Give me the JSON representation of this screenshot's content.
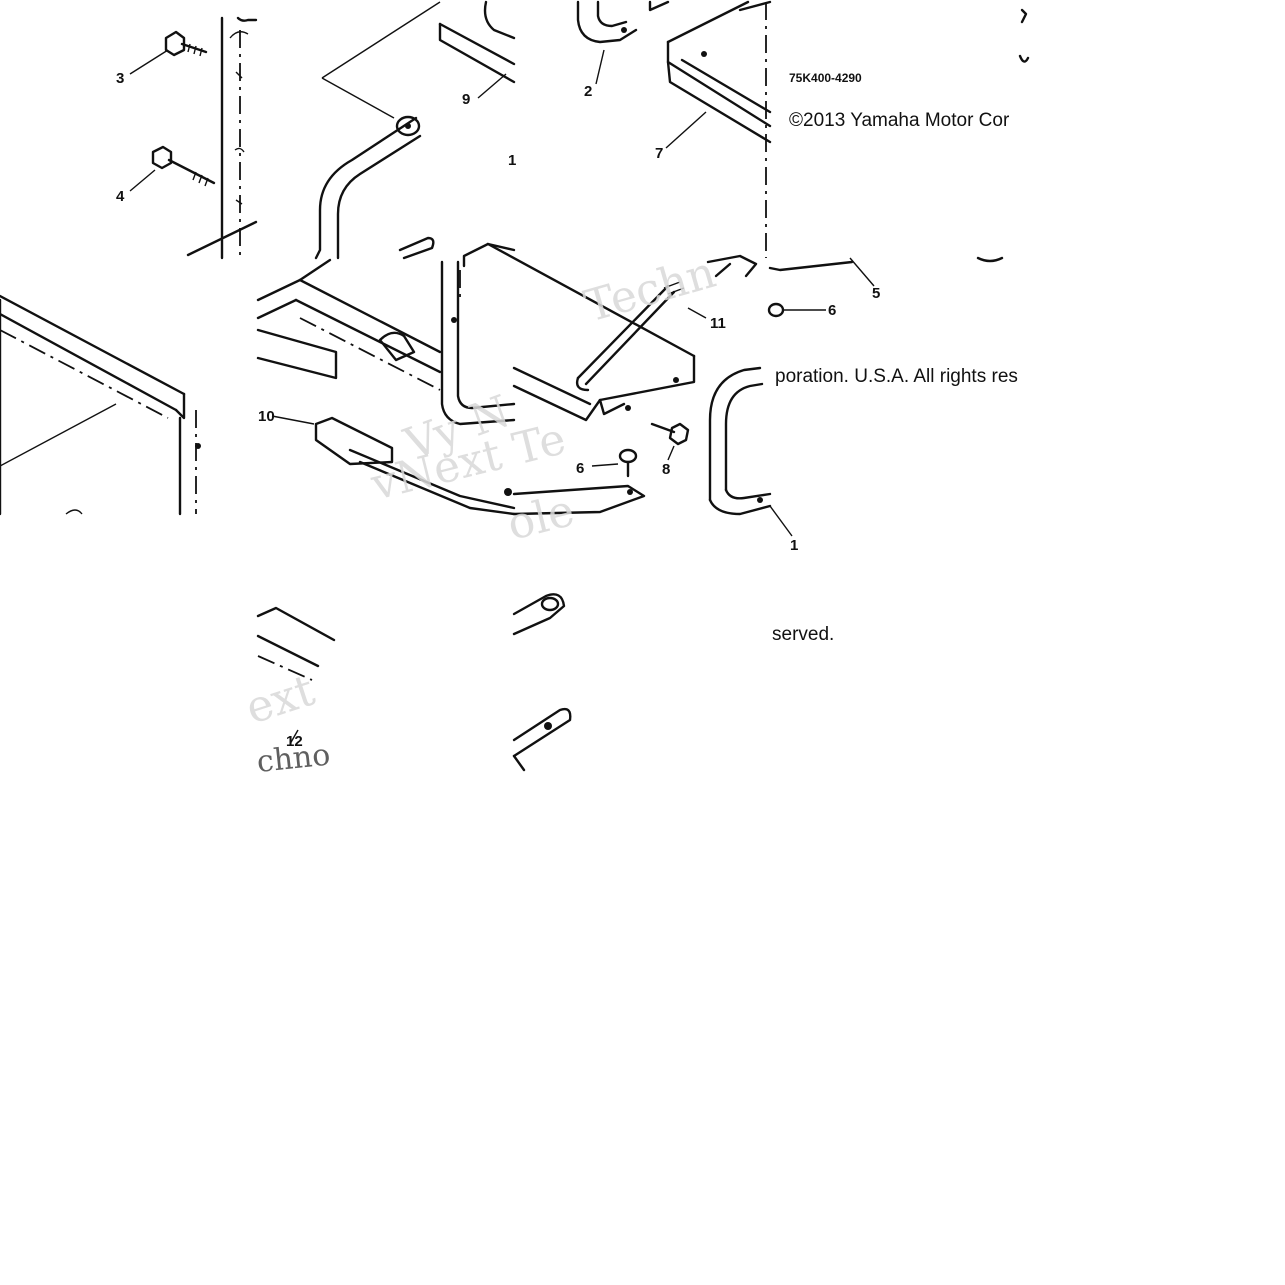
{
  "diagram": {
    "part_code": "75K400-4290",
    "copyright_line_1": "©2013 Yamaha Motor Cor",
    "copyright_line_2": "poration. U.S.A. All rights res",
    "copyright_line_3": "served.",
    "watermark_1": "Techn",
    "watermark_2": "vNext Te",
    "watermark_3": "ext",
    "watermark_4": "chno",
    "watermark_5": "ole",
    "watermark_6": "Vy N",
    "callouts": {
      "c1a": "1",
      "c1b": "1",
      "c2": "2",
      "c3": "3",
      "c4": "4",
      "c5": "5",
      "c6a": "6",
      "c6b": "6",
      "c7": "7",
      "c8": "8",
      "c9": "9",
      "c10": "10",
      "c11": "11",
      "c12": "12"
    }
  }
}
